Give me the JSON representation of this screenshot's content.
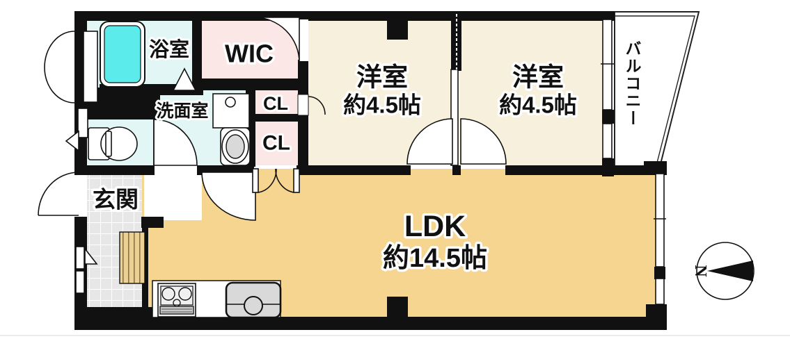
{
  "floorplan": {
    "rooms": [
      {
        "id": "bathroom",
        "label": "浴室"
      },
      {
        "id": "wic",
        "label": "WIC"
      },
      {
        "id": "washroom",
        "label": "洗面室"
      },
      {
        "id": "closet-upper",
        "label": "CL"
      },
      {
        "id": "closet-lower",
        "label": "CL"
      },
      {
        "id": "bedroom-1",
        "label": "洋室",
        "size": "約4.5帖"
      },
      {
        "id": "bedroom-2",
        "label": "洋室",
        "size": "約4.5帖"
      },
      {
        "id": "balcony",
        "label": "バルコニー"
      },
      {
        "id": "entrance",
        "label": "玄関"
      },
      {
        "id": "ldk",
        "label": "LDK",
        "size": "約14.5帖"
      }
    ],
    "compass": {
      "label": "N",
      "direction": "north-points-right"
    },
    "colors": {
      "wall": "#111111",
      "bedroom_cream": "#F6F0DC",
      "closet_pink": "#FAE7E6",
      "wet_area_cyan": "#E2F6F6",
      "bathtub_cyan": "#5CEBEB",
      "ldk_orange": "#F5D58F",
      "entrance_tile": "#E7E7E7",
      "step_wood": "#EBD193",
      "fixture_gray": "#D9D9D9"
    }
  }
}
